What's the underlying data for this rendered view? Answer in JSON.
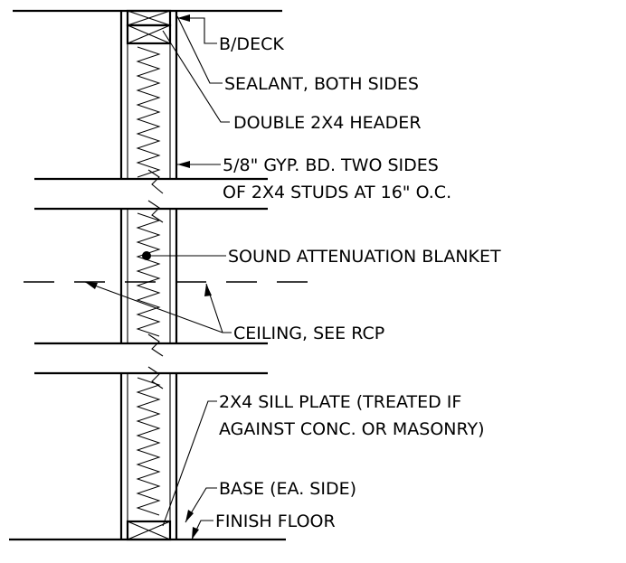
{
  "labels": {
    "deck": "B/DECK",
    "sealant": "SEALANT, BOTH SIDES",
    "header": "DOUBLE 2X4 HEADER",
    "gyp_line1": "5/8\" GYP. BD. TWO SIDES",
    "gyp_line2": "OF 2X4 STUDS AT 16\" O.C.",
    "blanket": "SOUND ATTENUATION BLANKET",
    "ceiling": "CEILING, SEE RCP",
    "sill_line1": "2X4 SILL PLATE (TREATED IF",
    "sill_line2": "AGAINST CONC. OR MASONRY)",
    "base": "BASE (EA. SIDE)",
    "floor": "FINISH FLOOR"
  }
}
